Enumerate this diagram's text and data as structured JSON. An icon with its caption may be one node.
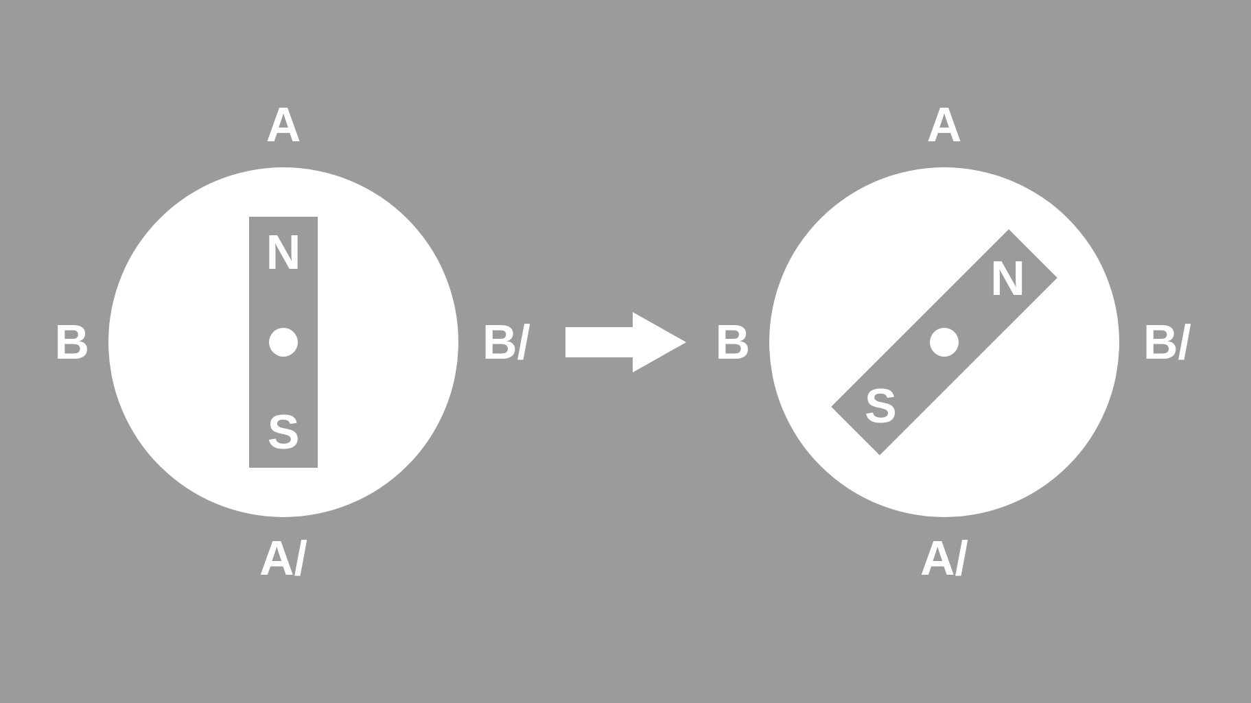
{
  "diagram": {
    "nodes": [
      {
        "text": [],
        "shape": "circle",
        "beside": [
          "A",
          "B",
          "B/",
          "A/"
        ]
      },
      {
        "text": [
          "N",
          "S"
        ],
        "in": 0
      },
      {
        "text": [],
        "shape": "circle",
        "beside": [
          "A",
          "B",
          "B/",
          "A/"
        ]
      },
      {
        "text": [
          "N",
          "S"
        ],
        "in": 2
      }
    ],
    "edges": [
      {
        "from": 0,
        "to": 2,
        "arrow": "to",
        "style": "thick"
      }
    ]
  }
}
